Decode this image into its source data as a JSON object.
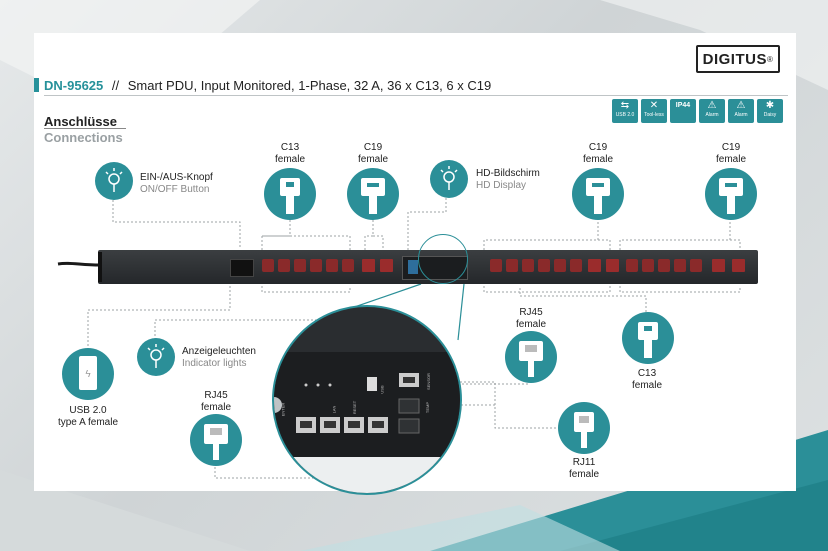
{
  "header": {
    "brand": "DIGITUS",
    "brand_mark": "®",
    "model": "DN-95625",
    "separator": "//",
    "description": "Smart PDU, Input Monitored, 1-Phase, 32 A, 36 x C13, 6 x C19"
  },
  "badges": [
    {
      "icon": "usb-icon",
      "label": "USB 2.0"
    },
    {
      "icon": "tool-icon",
      "label": "Tool-less"
    },
    {
      "icon": "ip44-icon",
      "label": "IP44"
    },
    {
      "icon": "alarm-indicator-icon",
      "label": "Alarm"
    },
    {
      "icon": "alarm-icon",
      "label": "Alarm"
    },
    {
      "icon": "daisy-chain-icon",
      "label": "Daisy"
    }
  ],
  "section": {
    "title_de": "Anschlüsse",
    "title_en": "Connections"
  },
  "callouts": {
    "onoff": {
      "de": "EIN-/AUS-Knopf",
      "en": "ON/OFF Button"
    },
    "display": {
      "de": "HD-Bildschirm",
      "en": "HD Display"
    },
    "indicator": {
      "de": "Anzeigeleuchten",
      "en": "Indicator lights"
    },
    "c13_top": {
      "line1": "C13",
      "line2": "female"
    },
    "c19_top1": {
      "line1": "C19",
      "line2": "female"
    },
    "c19_top2": {
      "line1": "C19",
      "line2": "female"
    },
    "c19_top3": {
      "line1": "C19",
      "line2": "female"
    },
    "rj45_right": {
      "line1": "RJ45",
      "line2": "female"
    },
    "c13_right": {
      "line1": "C13",
      "line2": "female"
    },
    "rj11_right": {
      "line1": "RJ11",
      "line2": "female"
    },
    "usb": {
      "line1": "USB 2.0",
      "line2": "type A female"
    },
    "rj45_left": {
      "line1": "RJ45",
      "line2": "female"
    }
  },
  "zoom_labels": {
    "reset": "RESET",
    "lan": "LAN",
    "sensor": "SENSOR",
    "temp": "TEMP",
    "enter": "ENTER",
    "usb": "USB"
  },
  "colors": {
    "accent": "#26919a",
    "pdu_body": "#2c2f32",
    "outlet": "#8a2a2a"
  }
}
